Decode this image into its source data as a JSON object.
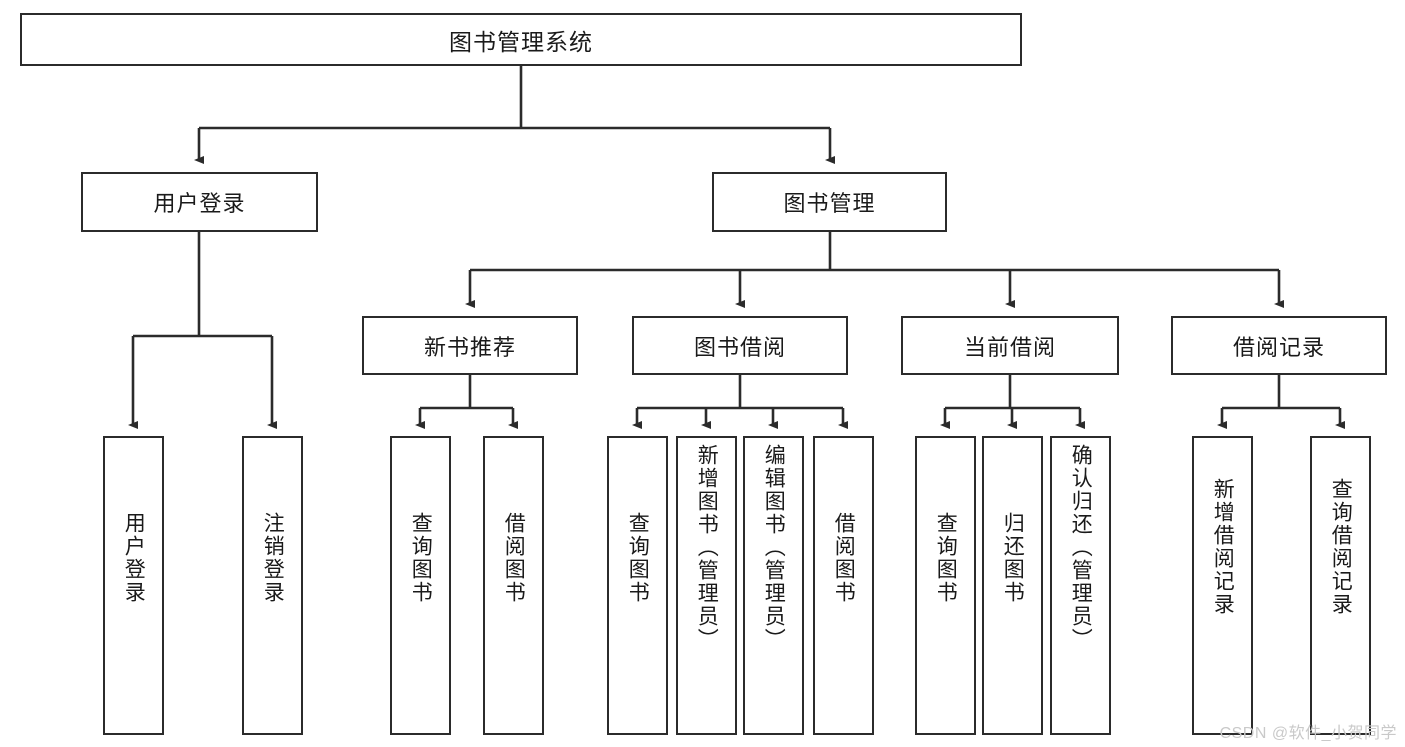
{
  "diagram": {
    "title": "图书管理系统",
    "type": "hierarchy-tree",
    "watermark": "CSDN @软件_小贺同学",
    "colors": {
      "background": "#ffffff",
      "box_border": "#2b2b2b",
      "box_fill": "#ffffff",
      "edge": "#2b2b2b",
      "text": "#1a1a1a",
      "watermark": "#c9c9c9"
    },
    "nodes": {
      "root": {
        "label": "图书管理系统"
      },
      "level2": [
        {
          "id": "user-login",
          "label": "用户登录"
        },
        {
          "id": "book-manage",
          "label": "图书管理"
        }
      ],
      "level3": [
        {
          "id": "new-book-rec",
          "label": "新书推荐"
        },
        {
          "id": "book-borrow",
          "label": "图书借阅"
        },
        {
          "id": "current-borrow",
          "label": "当前借阅"
        },
        {
          "id": "borrow-record",
          "label": "借阅记录"
        }
      ],
      "leaves": [
        {
          "id": "leaf-user-login",
          "label": "用户登录",
          "parent": "user-login"
        },
        {
          "id": "leaf-logout",
          "label": "注销登录",
          "parent": "user-login"
        },
        {
          "id": "leaf-query-book-1",
          "label": "查询图书",
          "parent": "new-book-rec"
        },
        {
          "id": "leaf-borrow-book-1",
          "label": "借阅图书",
          "parent": "new-book-rec"
        },
        {
          "id": "leaf-query-book-2",
          "label": "查询图书",
          "parent": "book-borrow"
        },
        {
          "id": "leaf-add-book",
          "label": "新增图书（管理员）",
          "parent": "book-borrow"
        },
        {
          "id": "leaf-edit-book",
          "label": "编辑图书（管理员）",
          "parent": "book-borrow"
        },
        {
          "id": "leaf-borrow-book-2",
          "label": "借阅图书",
          "parent": "book-borrow"
        },
        {
          "id": "leaf-query-book-3",
          "label": "查询图书",
          "parent": "current-borrow"
        },
        {
          "id": "leaf-return-book",
          "label": "归还图书",
          "parent": "current-borrow"
        },
        {
          "id": "leaf-confirm-return",
          "label": "确认归还（管理员）",
          "parent": "current-borrow"
        },
        {
          "id": "leaf-add-record",
          "label": "新增借阅记录",
          "parent": "borrow-record"
        },
        {
          "id": "leaf-query-record",
          "label": "查询借阅记录",
          "parent": "borrow-record"
        }
      ]
    }
  }
}
